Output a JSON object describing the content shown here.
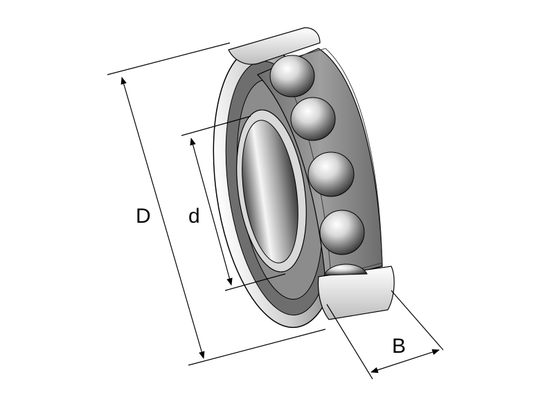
{
  "dimensions": {
    "outer_diameter_label": "D",
    "bore_diameter_label": "d",
    "width_label": "B"
  },
  "balls": {
    "visible_count": 5
  },
  "colors": {
    "line": "#000000",
    "metal_light": "#f2f2f2",
    "metal_mid": "#b9b9b9",
    "metal_dark": "#5a5a5a",
    "cage": "#8a8a8a"
  },
  "icons": {
    "object": "angular-contact-ball-bearing-icon"
  }
}
